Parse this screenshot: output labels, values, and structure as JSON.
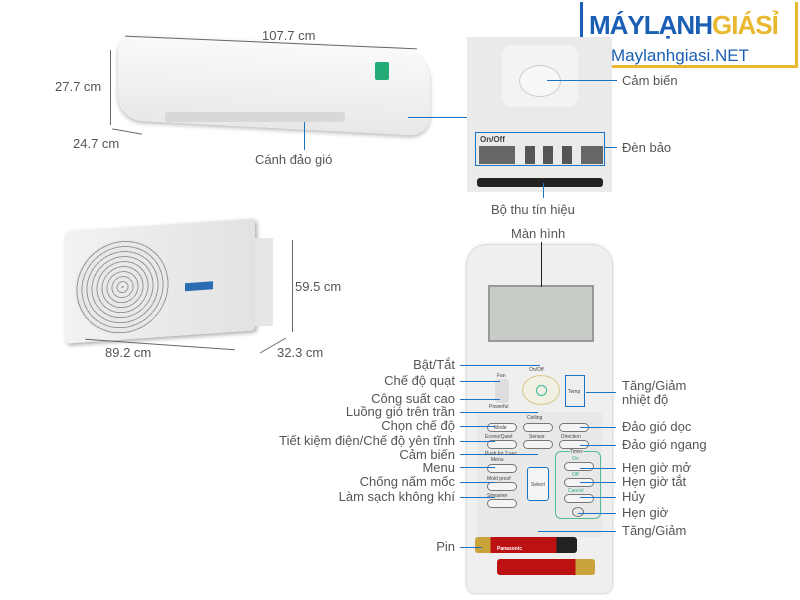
{
  "logo": {
    "brand": "MÁYLẠNHGIÁSỈ",
    "brand_main": "MÁYLẠNH",
    "brand_accent": "GIÁSỈ",
    "site": "Maylanhgiasi.NET",
    "colors": {
      "blue": "#1a5fb4",
      "gold": "#e8b830"
    }
  },
  "indoor": {
    "width": "107.7 cm",
    "height": "27.7 cm",
    "depth": "24.7 cm",
    "flap": "Cánh đảo gió"
  },
  "panel": {
    "sensor": "Cảm biến",
    "lights": "Đèn bảo",
    "receiver": "Bộ thu tín hiệu",
    "onoff": "On/Off"
  },
  "outdoor": {
    "height": "59.5 cm",
    "width": "89.2 cm",
    "depth": "32.3 cm"
  },
  "remote": {
    "screen": "Màn hình",
    "buttons": {
      "fan": "Fan",
      "onoff": "On/Off",
      "temp": "Temp",
      "powerful": "Powerful",
      "ceiling": "Ceiling",
      "mode": "Mode",
      "econo": "Econo/Quiet",
      "sensor": "Sensor",
      "swing": "Direction",
      "push": "Push for 2 sec",
      "menu": "Menu",
      "mold": "Mold proof",
      "streamer": "Streamer",
      "timer": "Timer",
      "on": "On",
      "off": "Off",
      "cancel": "Cancel",
      "select": "Select",
      "battery_brand": "Panasonic"
    },
    "left_labels": [
      "Bật/Tắt",
      "Chế độ quạt",
      "Công suất cao",
      "Luồng gió trên trần",
      "Chọn chế độ",
      "Tiết kiệm điện/Chế độ yên tĩnh",
      "Cảm biến",
      "Menu",
      "Chống nấm mốc",
      "Làm sạch không khí",
      "Pin"
    ],
    "right_labels": [
      "Tăng/Giảm",
      "nhiệt độ",
      "Đảo gió dọc",
      "Đảo gió ngang",
      "Hẹn giờ mở",
      "Hẹn giờ tắt",
      "Hủy",
      "Hẹn giờ",
      "Tăng/Giảm"
    ]
  }
}
